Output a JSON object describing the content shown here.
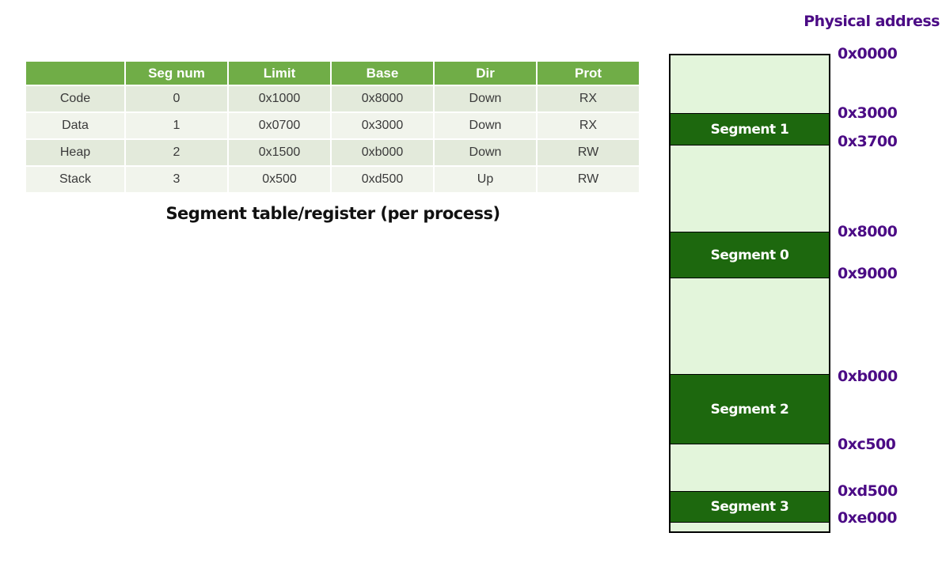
{
  "table": {
    "caption": "Segment table/register (per process)",
    "columns": [
      "",
      "Seg num",
      "Limit",
      "Base",
      "Dir",
      "Prot"
    ],
    "rows": [
      [
        "Code",
        "0",
        "0x1000",
        "0x8000",
        "Down",
        "RX"
      ],
      [
        "Data",
        "1",
        "0x0700",
        "0x3000",
        "Down",
        "RX"
      ],
      [
        "Heap",
        "2",
        "0x1500",
        "0xb000",
        "Down",
        "RW"
      ],
      [
        "Stack",
        "3",
        "0x500",
        "0xd500",
        "Up",
        "RW"
      ]
    ]
  },
  "memory": {
    "title": "Physical address",
    "segments": [
      {
        "label": "Segment 1",
        "start": "0x3000",
        "end": "0x3700"
      },
      {
        "label": "Segment 0",
        "start": "0x8000",
        "end": "0x9000"
      },
      {
        "label": "Segment 2",
        "start": "0xb000",
        "end": "0xc500"
      },
      {
        "label": "Segment 3",
        "start": "0xd500",
        "end": "0xe000"
      }
    ],
    "addresses": [
      "0x0000",
      "0x3000",
      "0x3700",
      "0x8000",
      "0x9000",
      "0xb000",
      "0xc500",
      "0xd500",
      "0xe000"
    ]
  },
  "colors": {
    "table_header_green": "#70AD47",
    "table_row_dark": "#E3EADB",
    "table_row_light": "#F1F4EC",
    "memory_fill_light_green": "#E3F5DB",
    "segment_band_dark_green": "#1D680E",
    "address_text_purple": "#4B0B85"
  }
}
